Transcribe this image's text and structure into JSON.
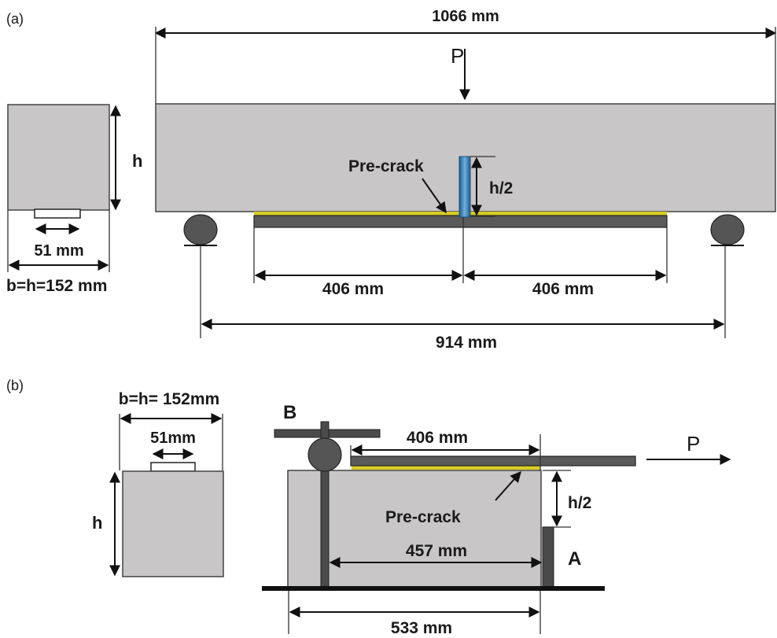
{
  "panel_a": {
    "label": "(a)",
    "total_length": "1066 mm",
    "load": "P",
    "depth": "h",
    "bond_width": "51 mm",
    "section_size": "b=h=152 mm",
    "precrack": "Pre-crack",
    "half_depth": "h/2",
    "bond_left": "406 mm",
    "bond_right": "406 mm",
    "span": "914 mm"
  },
  "panel_b": {
    "label": "(b)",
    "section_size": "b=h= 152mm",
    "bond_width": "51mm",
    "depth": "h",
    "support_b": "B",
    "bond_length": "406 mm",
    "load": "P",
    "half_depth": "h/2",
    "precrack": "Pre-crack",
    "inner_length": "457 mm",
    "support_a": "A",
    "block_length": "533 mm"
  },
  "colors": {
    "concrete": "#c8c6c6",
    "bond_layer": "#d8cc22",
    "precrack": "#3a7fb5",
    "steel": "#4a4a4a"
  }
}
